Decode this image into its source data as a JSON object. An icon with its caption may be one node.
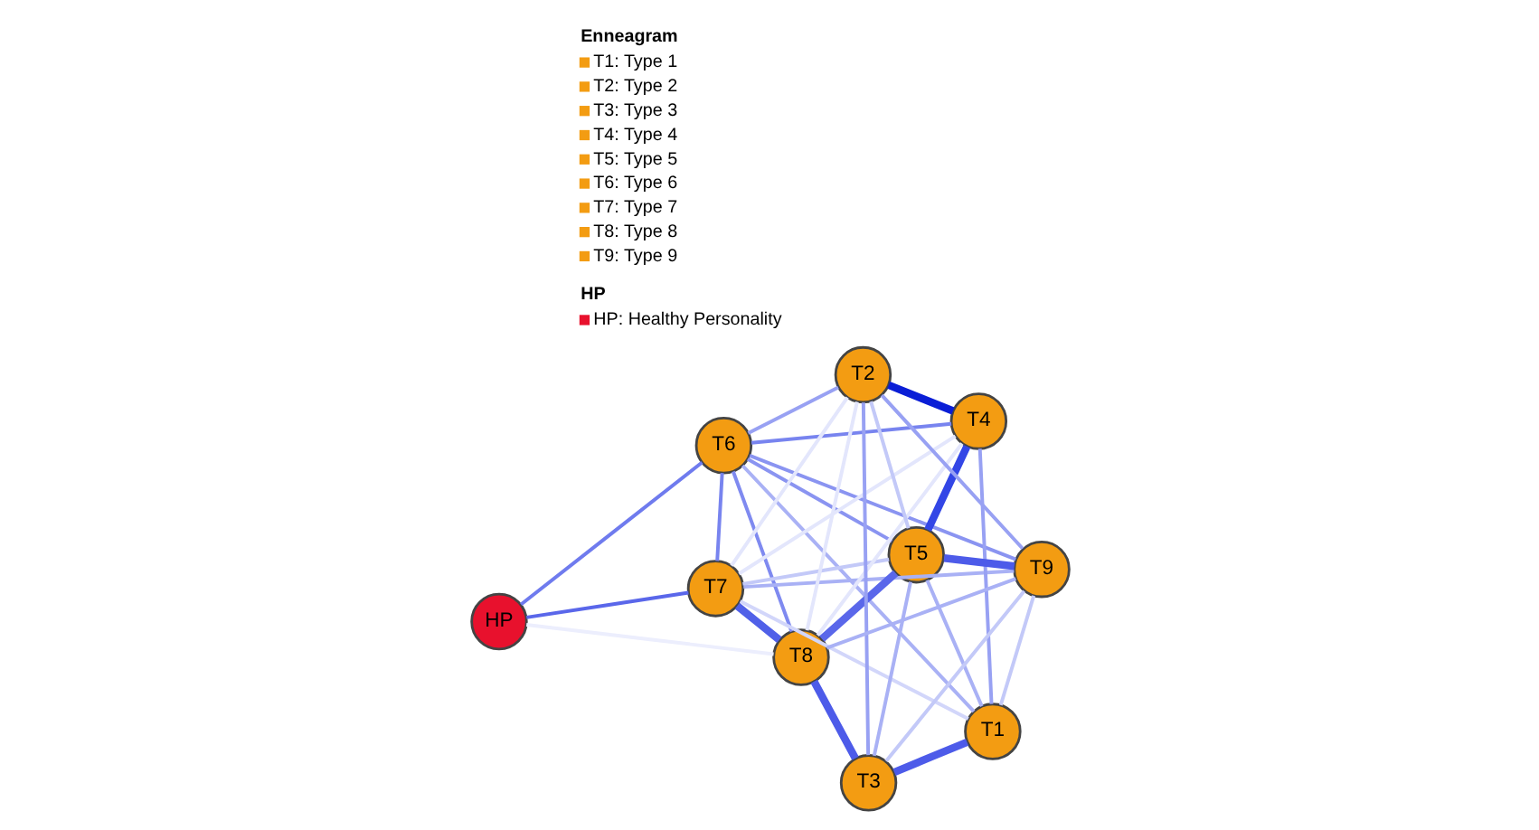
{
  "diagram": {
    "nodes": [
      {
        "text": [
          "HP"
        ]
      },
      {
        "text": [
          "T6"
        ]
      },
      {
        "text": [
          "T7"
        ]
      },
      {
        "text": [
          "T4"
        ]
      },
      {
        "text": [
          "T5"
        ]
      },
      {
        "text": [
          "T2"
        ]
      },
      {
        "text": [
          "T8"
        ]
      },
      {
        "text": [
          "T9"
        ]
      },
      {
        "text": [
          "T1"
        ]
      },
      {
        "text": [
          "T3"
        ]
      }
    ],
    "edges": [
      {
        "from": 0,
        "to": 2,
        "arrow": "none",
        "color": "#5a67ea"
      },
      {
        "from": 0,
        "to": 1,
        "arrow": "none",
        "color": "#6f7bee"
      },
      {
        "from": 0,
        "to": 6,
        "arrow": "none",
        "color": "#eceefd"
      },
      {
        "from": 2,
        "to": 1,
        "arrow": "none",
        "color": "#7884ef"
      },
      {
        "from": 2,
        "to": 3,
        "arrow": "none",
        "color": "#e3e6fc"
      },
      {
        "from": 2,
        "to": 6,
        "arrow": "none",
        "style": "thick",
        "color": "#5060e8"
      },
      {
        "from": 2,
        "to": 4,
        "arrow": "none",
        "color": "#c3c9f8"
      },
      {
        "from": 2,
        "to": 5,
        "arrow": "none",
        "color": "#e3e6fc"
      },
      {
        "from": 2,
        "to": 7,
        "arrow": "none",
        "color": "#a9b1f5"
      },
      {
        "from": 2,
        "to": 8,
        "arrow": "none",
        "color": "#d2d6fa"
      },
      {
        "from": 1,
        "to": 3,
        "arrow": "none",
        "color": "#7884ef"
      },
      {
        "from": 1,
        "to": 5,
        "arrow": "none",
        "color": "#98a1f3"
      },
      {
        "from": 1,
        "to": 4,
        "arrow": "none",
        "color": "#8a94f1"
      },
      {
        "from": 1,
        "to": 8,
        "arrow": "none",
        "color": "#a9b1f5"
      },
      {
        "from": 1,
        "to": 6,
        "arrow": "none",
        "color": "#7f8af0"
      },
      {
        "from": 1,
        "to": 7,
        "arrow": "none",
        "color": "#8a94f1"
      },
      {
        "from": 3,
        "to": 4,
        "arrow": "none",
        "style": "thick",
        "color": "#3346e6"
      },
      {
        "from": 3,
        "to": 5,
        "arrow": "none",
        "style": "thick",
        "color": "#0a1ed6"
      },
      {
        "from": 3,
        "to": 8,
        "arrow": "none",
        "color": "#98a1f3"
      },
      {
        "from": 3,
        "to": 6,
        "arrow": "none",
        "color": "#e3e6fc"
      },
      {
        "from": 4,
        "to": 6,
        "arrow": "none",
        "style": "thick",
        "color": "#5a67ea"
      },
      {
        "from": 4,
        "to": 7,
        "arrow": "none",
        "style": "thick",
        "color": "#4d5be9"
      },
      {
        "from": 4,
        "to": 5,
        "arrow": "none",
        "color": "#c3c9f8"
      },
      {
        "from": 4,
        "to": 9,
        "arrow": "none",
        "color": "#a9b1f5"
      },
      {
        "from": 4,
        "to": 8,
        "arrow": "none",
        "color": "#a9b1f5"
      },
      {
        "from": 5,
        "to": 7,
        "arrow": "none",
        "color": "#98a1f3"
      },
      {
        "from": 5,
        "to": 9,
        "arrow": "none",
        "color": "#98a1f3"
      },
      {
        "from": 5,
        "to": 6,
        "arrow": "none",
        "color": "#e3e6fc"
      },
      {
        "from": 6,
        "to": 7,
        "arrow": "none",
        "color": "#a9b1f5"
      },
      {
        "from": 6,
        "to": 9,
        "arrow": "none",
        "style": "thick",
        "color": "#4d5be9"
      },
      {
        "from": 7,
        "to": 8,
        "arrow": "none",
        "color": "#c3c9f8"
      },
      {
        "from": 7,
        "to": 9,
        "arrow": "none",
        "color": "#c3c9f8"
      },
      {
        "from": 9,
        "to": 8,
        "arrow": "none",
        "style": "thick",
        "color": "#4d5be9"
      }
    ],
    "labels": [
      "Enneagram",
      "HP"
    ],
    "legend": [
      {
        "text": "T1: Type 1",
        "color": "#f39c12"
      },
      {
        "text": "T2: Type 2",
        "color": "#f39c12"
      },
      {
        "text": "T3: Type 3",
        "color": "#f39c12"
      },
      {
        "text": "T4: Type 4",
        "color": "#f39c12"
      },
      {
        "text": "T5: Type 5",
        "color": "#f39c12"
      },
      {
        "text": "T6: Type 6",
        "color": "#f39c12"
      },
      {
        "text": "T7: Type 7",
        "color": "#f39c12"
      },
      {
        "text": "T8: Type 8",
        "color": "#f39c12"
      },
      {
        "text": "T9: Type 9",
        "color": "#f39c12"
      },
      {
        "text": "HP: Healthy Personality",
        "color": "#e8112d"
      }
    ]
  }
}
